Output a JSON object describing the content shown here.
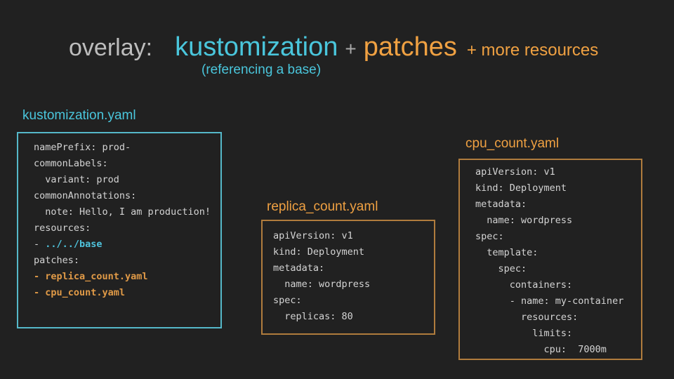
{
  "slide": {
    "title": {
      "overlay": "overlay:",
      "kustomization": "kustomization",
      "plus": "+",
      "patches": "patches",
      "more_resources": "+ more resources",
      "subtitle": "(referencing a base)"
    },
    "colors": {
      "background": "#212121",
      "cyan": "#4ac6dc",
      "orange": "#f0a142",
      "gray": "#bdbdbd",
      "plus_gray": "#a8a8a8",
      "code_text": "#d4d4d4",
      "code_cyan": "#4fc3dc",
      "code_orange": "#e09a47",
      "cyan_border": "#55b8c9",
      "orange_border": "#b07c3d"
    },
    "boxes": [
      {
        "label": "kustomization.yaml",
        "accent": "cyan",
        "code": [
          [
            {
              "t": "namePrefix: prod-",
              "s": "p"
            }
          ],
          [
            {
              "t": "commonLabels:",
              "s": "p"
            }
          ],
          [
            {
              "t": "  variant: prod",
              "s": "p"
            }
          ],
          [
            {
              "t": "commonAnnotations:",
              "s": "p"
            }
          ],
          [
            {
              "t": "  note: Hello, I am production!",
              "s": "p"
            }
          ],
          [
            {
              "t": "resources:",
              "s": "p"
            }
          ],
          [
            {
              "t": "- ",
              "s": "p"
            },
            {
              "t": "../../base",
              "s": "c"
            }
          ],
          [
            {
              "t": "patches:",
              "s": "p"
            }
          ],
          [
            {
              "t": "- replica_count.yaml",
              "s": "o"
            }
          ],
          [
            {
              "t": "- cpu_count.yaml",
              "s": "o"
            }
          ]
        ]
      },
      {
        "label": "replica_count.yaml",
        "accent": "orange",
        "code": [
          [
            {
              "t": "apiVersion: v1",
              "s": "p"
            }
          ],
          [
            {
              "t": "kind: Deployment",
              "s": "p"
            }
          ],
          [
            {
              "t": "metadata:",
              "s": "p"
            }
          ],
          [
            {
              "t": "  name: wordpress",
              "s": "p"
            }
          ],
          [
            {
              "t": "spec:",
              "s": "p"
            }
          ],
          [
            {
              "t": "  replicas: 80",
              "s": "p"
            }
          ]
        ]
      },
      {
        "label": "cpu_count.yaml",
        "accent": "orange",
        "code": [
          [
            {
              "t": "apiVersion: v1",
              "s": "p"
            }
          ],
          [
            {
              "t": "kind: Deployment",
              "s": "p"
            }
          ],
          [
            {
              "t": "metadata:",
              "s": "p"
            }
          ],
          [
            {
              "t": "  name: wordpress",
              "s": "p"
            }
          ],
          [
            {
              "t": "spec:",
              "s": "p"
            }
          ],
          [
            {
              "t": "  template:",
              "s": "p"
            }
          ],
          [
            {
              "t": "    spec:",
              "s": "p"
            }
          ],
          [
            {
              "t": "      containers:",
              "s": "p"
            }
          ],
          [
            {
              "t": "      - name: my-container",
              "s": "p"
            }
          ],
          [
            {
              "t": "        resources:",
              "s": "p"
            }
          ],
          [
            {
              "t": "          limits:",
              "s": "p"
            }
          ],
          [
            {
              "t": "            cpu:  7000m",
              "s": "p"
            }
          ]
        ]
      }
    ]
  }
}
